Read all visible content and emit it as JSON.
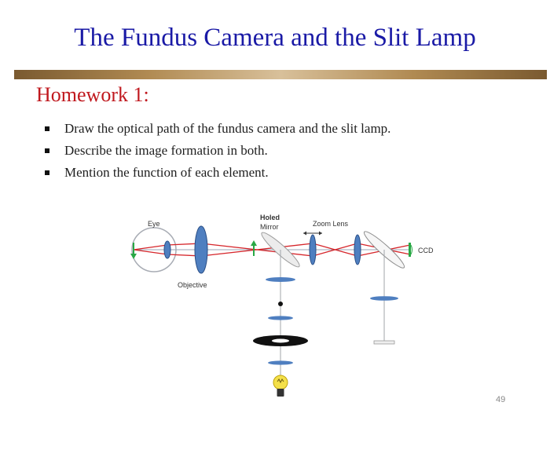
{
  "slide": {
    "title": "The Fundus Camera and the Slit Lamp",
    "subtitle": "Homework 1:",
    "bullets": [
      "Draw the optical path of the fundus camera and the slit lamp.",
      "Describe the image formation in both.",
      "Mention the function of each element."
    ],
    "page_number": "49"
  },
  "diagram": {
    "labels": {
      "eye": "Eye",
      "holed_mirror_line1": "Holed",
      "holed_mirror_line2": "Mirror",
      "zoom_lens": "Zoom Lens",
      "ccd": "CCD",
      "objective": "Objective"
    },
    "colors": {
      "lens_fill": "#4f7fc0",
      "ray": "#d6262b",
      "object_arrow": "#28a845",
      "axis": "#9aa4b4",
      "title": "#1a1aa6",
      "subtitle": "#c0181e",
      "bulb": "#f4e04a"
    }
  }
}
